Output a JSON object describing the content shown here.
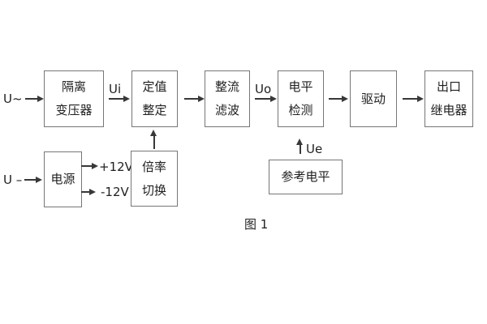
{
  "figure": {
    "caption": "图 1",
    "colors": {
      "background": "#ffffff",
      "box_border": "#767676",
      "line": "#383838",
      "text": "#1f1f1f"
    }
  },
  "blocks": {
    "isolation": {
      "line1": "隔离",
      "line2": "变压器"
    },
    "setting": {
      "line1": "定值",
      "line2": "整定"
    },
    "rectifier": {
      "line1": "整流",
      "line2": "滤波"
    },
    "level_detect": {
      "line1": "电平",
      "line2": "检测"
    },
    "drive": {
      "line1": "驱动"
    },
    "output_relay": {
      "line1": "出口",
      "line2": "继电器"
    },
    "power": {
      "line1": "电源"
    },
    "ratio_switch": {
      "line1": "倍率",
      "line2": "切换"
    },
    "reference_level": {
      "line1": "参考电平"
    }
  },
  "signals": {
    "ac_input": "U~",
    "dc_input": "U –",
    "ui": "Ui",
    "uo": "Uo",
    "ue": "Ue",
    "plus_12v": "+12V",
    "minus_12v": "-12V"
  }
}
